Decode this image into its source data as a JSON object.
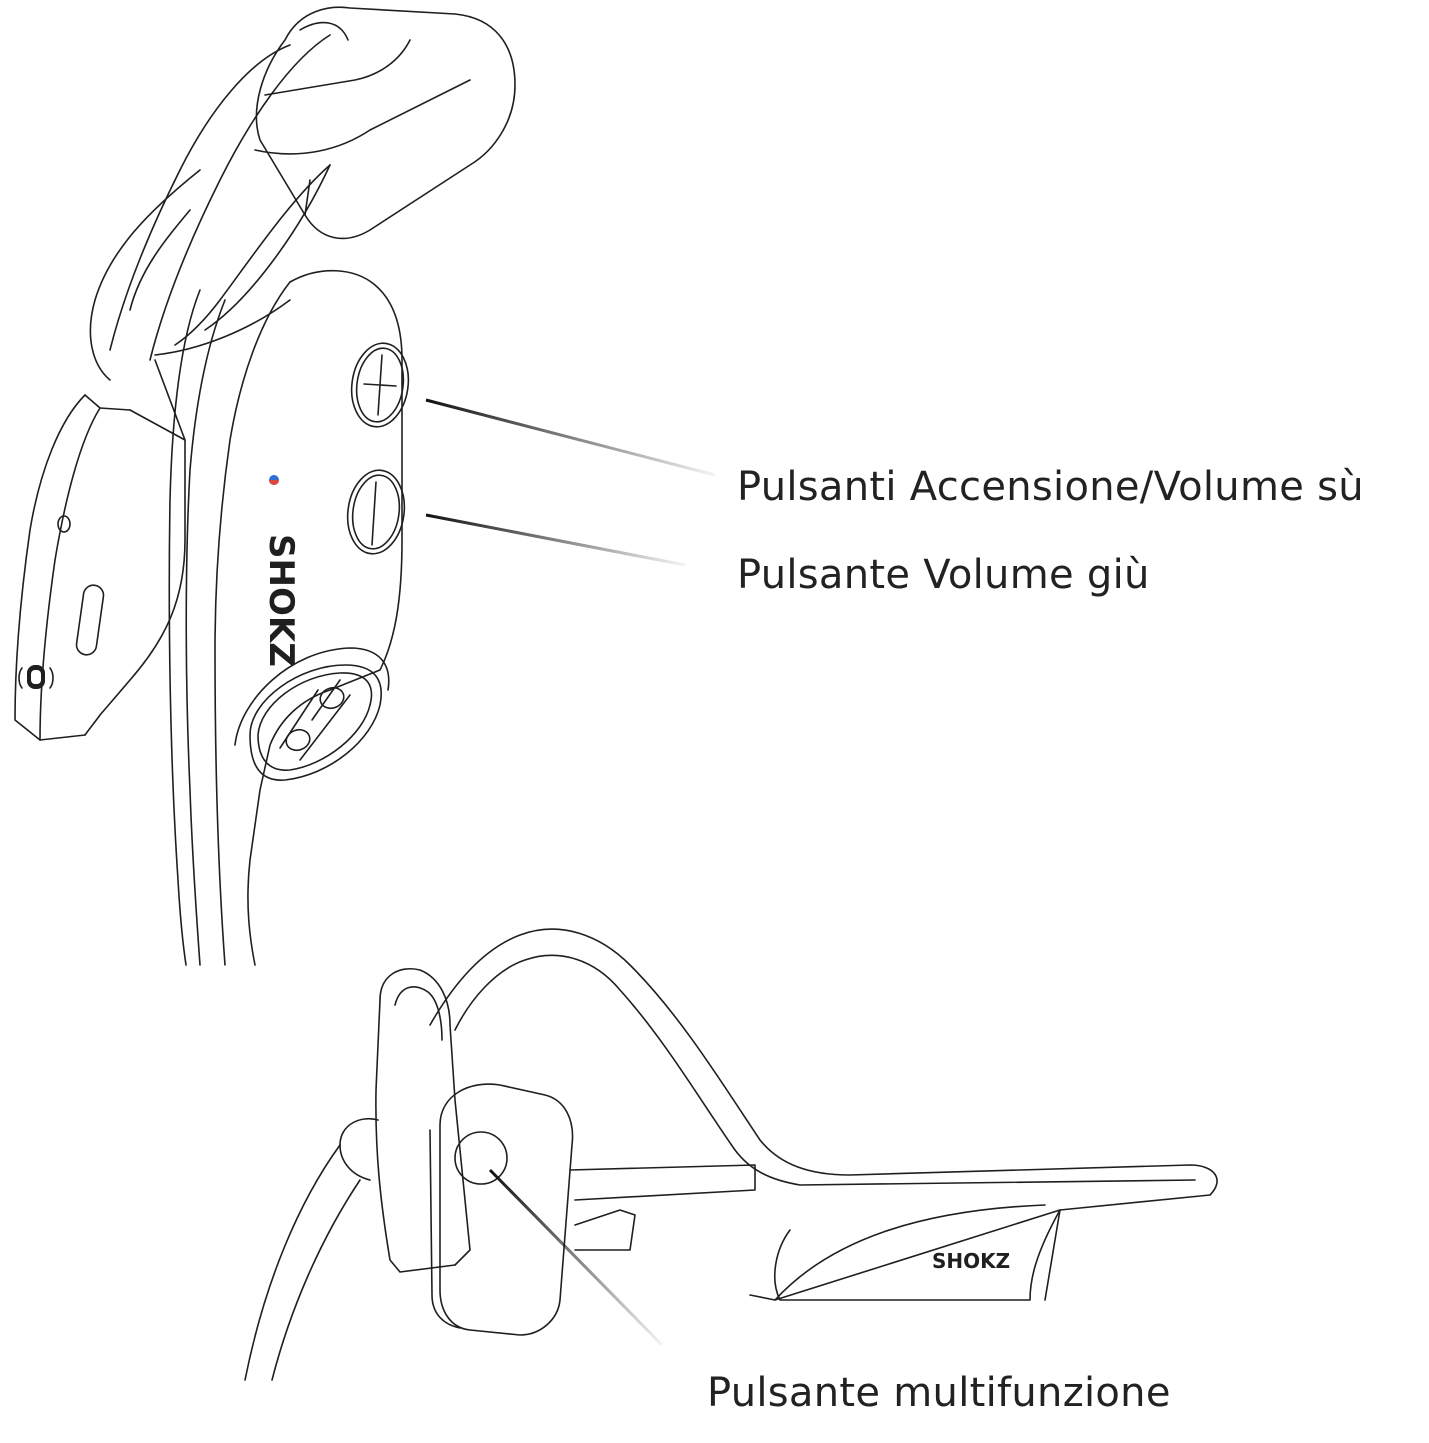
{
  "diagram": {
    "labels": {
      "power_volume_up": "Pulsanti Accensione/Volume sù",
      "volume_down": "Pulsante Volume giù",
      "multifunction": "Pulsante multifunzione"
    },
    "logos": {
      "side_logo": "SHOKZ",
      "lower_logo": "SHOKZ"
    },
    "colors": {
      "line": "#1f1f1f",
      "led_blue": "#2f6fd6",
      "led_red": "#e0453a"
    }
  }
}
